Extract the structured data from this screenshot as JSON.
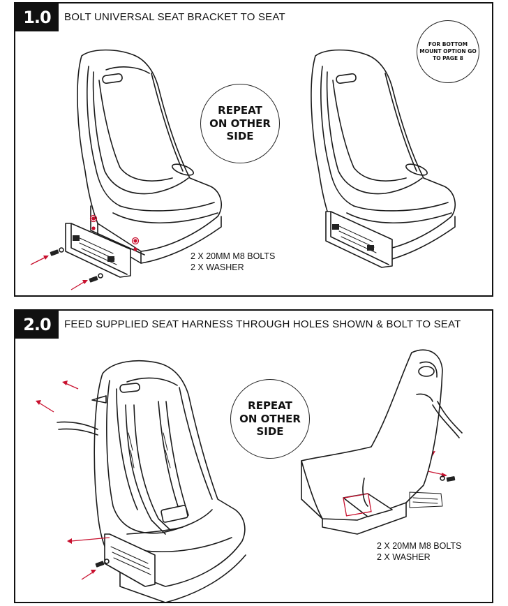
{
  "steps": [
    {
      "number": "1.0",
      "title": "BOLT UNIVERSAL SEAT BRACKET TO SEAT",
      "repeat_note": "REPEAT\nON OTHER\nSIDE",
      "side_note": "FOR BOTTOM\nMOUNT OPTION GO\nTO PAGE 8",
      "parts": [
        "2 X 20MM M8 BOLTS",
        "2 X WASHER"
      ]
    },
    {
      "number": "2.0",
      "title": "FEED SUPPLIED SEAT HARNESS THROUGH HOLES SHOWN & BOLT TO SEAT",
      "repeat_note": "REPEAT\nON OTHER\nSIDE",
      "parts": [
        "2 X 20MM M8 BOLTS",
        "2 X WASHER"
      ]
    }
  ],
  "colors": {
    "arrow": "#c8102e",
    "ink": "#111111",
    "badge_bg": "#111111",
    "badge_text": "#ffffff"
  },
  "icons": {
    "arrow": "red-arrow-icon",
    "bolt": "bolt-icon",
    "washer": "washer-icon"
  }
}
